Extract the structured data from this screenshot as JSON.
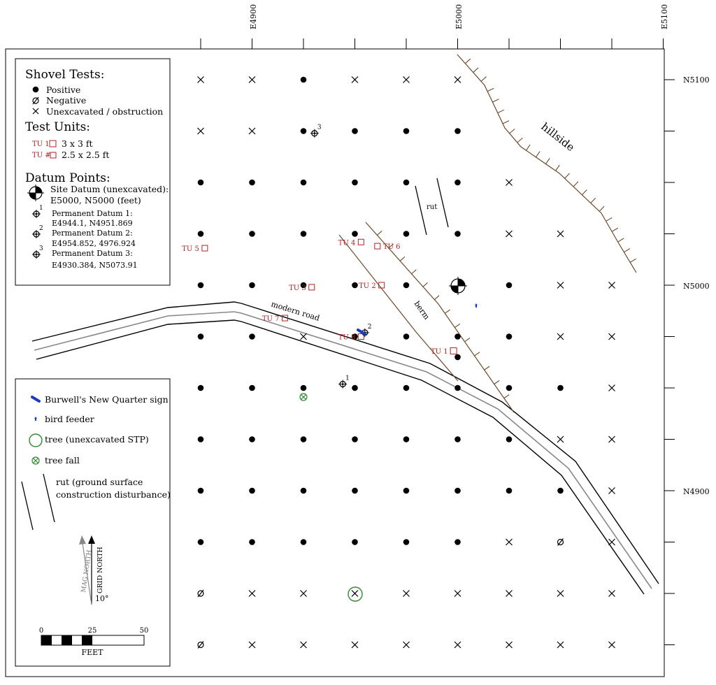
{
  "grid": {
    "easting_labels": [
      "E4900",
      "E5000",
      "E5100"
    ],
    "northing_labels": [
      "N5100",
      "N5000",
      "N4900"
    ],
    "shovel_tests": [
      [
        "x",
        "x",
        "pos",
        "x",
        "x",
        "x",
        null,
        null,
        null
      ],
      [
        "x",
        "x",
        "pos",
        "pos",
        "pos",
        "pos",
        null,
        null,
        null
      ],
      [
        "pos",
        "pos",
        "pos",
        "pos",
        "pos",
        "pos",
        "x",
        null,
        null
      ],
      [
        "pos",
        "pos",
        "pos",
        "pos",
        "pos",
        "pos",
        "x",
        "x",
        null
      ],
      [
        "pos",
        "pos",
        "pos",
        "pos",
        "pos",
        null,
        "pos",
        "x",
        "x"
      ],
      [
        "pos",
        "pos",
        "x",
        "pos",
        "pos",
        "pos",
        "pos",
        "x",
        "x"
      ],
      [
        "pos",
        "pos",
        "pos",
        "pos",
        "pos",
        "pos",
        "pos",
        "pos",
        "x"
      ],
      [
        "pos",
        "pos",
        "pos",
        "pos",
        "pos",
        "pos",
        "pos",
        "x",
        "x"
      ],
      [
        "pos",
        "pos",
        "pos",
        "pos",
        "pos",
        "pos",
        "pos",
        "pos",
        "x"
      ],
      [
        "pos",
        "pos",
        "pos",
        "pos",
        "pos",
        "pos",
        "x",
        "neg",
        "x"
      ],
      [
        "neg",
        "x",
        "x",
        "x",
        "x",
        "x",
        "x",
        "x",
        "x"
      ],
      [
        "neg",
        "x",
        "x",
        "x",
        "x",
        "x",
        "x",
        "x",
        "x"
      ]
    ],
    "extra_positive": {
      "e": 5000,
      "n": 4965
    }
  },
  "test_units": [
    {
      "label": "TU 1",
      "e": 4998,
      "n": 4968
    },
    {
      "label": "TU 2",
      "e": 4963,
      "n": 5000
    },
    {
      "label": "TU 3",
      "e": 4929,
      "n": 4999
    },
    {
      "label": "TU 4",
      "e": 4953,
      "n": 5021
    },
    {
      "label": "TU 5",
      "e": 4877,
      "n": 5018
    },
    {
      "label": "TU 6",
      "e": 4961,
      "n": 5019
    },
    {
      "label": "TU 7",
      "e": 4916,
      "n": 4984
    },
    {
      "label": "TU 8",
      "e": 4953,
      "n": 4975
    }
  ],
  "datums": [
    {
      "number": "1",
      "e": 4944.1,
      "n": 4951.869
    },
    {
      "number": "2",
      "e": 4954.852,
      "n": 4976.924
    },
    {
      "number": "3",
      "e": 4930.384,
      "n": 5073.91
    }
  ],
  "features": {
    "road_label": "modern road",
    "berm_label": "berm",
    "rut_label": "rut",
    "hillside_label": "hillside"
  },
  "legend_top": {
    "shovel_title": "Shovel Tests:",
    "positive": "Positive",
    "negative": "Negative",
    "unexcavated": "Unexcavated / obstruction",
    "tu_title": "Test Units:",
    "tu_large_tag": "TU 1",
    "tu_large_desc": "3 x 3 ft",
    "tu_small_tag": "TU #",
    "tu_small_desc": "2.5 x 2.5 ft",
    "datum_title": "Datum Points:",
    "site_datum_1": "Site Datum (unexcavated):",
    "site_datum_2": "E5000, N5000 (feet)",
    "pd1_a": "Permanent Datum 1:",
    "pd1_b": "E4944.1, N4951.869",
    "pd2_a": "Permanent Datum 2:",
    "pd2_b": "E4954.852, 4976.924",
    "pd3_a": "Permanent Datum 3:",
    "pd3_b": "E4930.384, N5073.91"
  },
  "legend_bottom": {
    "sign": "Burwell's New Quarter sign",
    "feeder": "bird feeder",
    "tree": "tree (unexcavated STP)",
    "treefall": "tree fall",
    "rut_1": "rut (ground surface",
    "rut_2": "construction disturbance)",
    "mag_north": "MAG NORTH",
    "grid_north": "GRID NORTH",
    "declination": "10°",
    "scale_ticks": [
      "0",
      "25",
      "50"
    ],
    "scale_unit": "FEET"
  },
  "colors": {
    "unit": "#b22222",
    "berm": "#6b4a2a",
    "road_center": "#888888",
    "sign": "#1f3cc0",
    "tree": "#2e8b2e"
  }
}
